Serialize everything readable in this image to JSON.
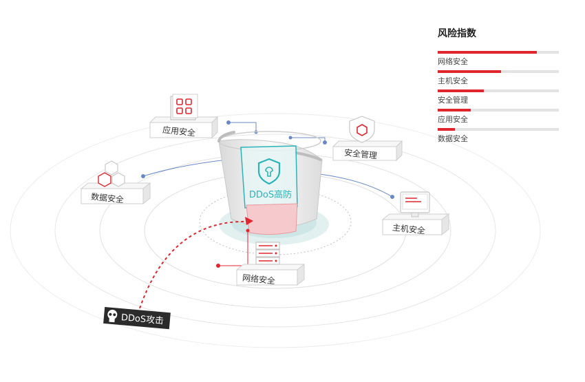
{
  "risk_panel": {
    "title": "风险指数",
    "items": [
      {
        "label": "网络安全",
        "level": 0.82
      },
      {
        "label": "主机安全",
        "level": 0.52
      },
      {
        "label": "安全管理",
        "level": 0.38
      },
      {
        "label": "应用安全",
        "level": 0.27
      },
      {
        "label": "数据安全",
        "level": 0.14
      }
    ]
  },
  "diagram": {
    "center_label": "DDoS高防",
    "attack_label": "DDoS攻击",
    "nodes": {
      "app_security": "应用安全",
      "security_management": "安全管理",
      "data_security": "数据安全",
      "host_security": "主机安全",
      "network_security": "网络安全"
    }
  },
  "colors": {
    "accent_red": "#e0252f",
    "teal": "#2bb3b7",
    "connector_blue": "#6a88c6"
  }
}
